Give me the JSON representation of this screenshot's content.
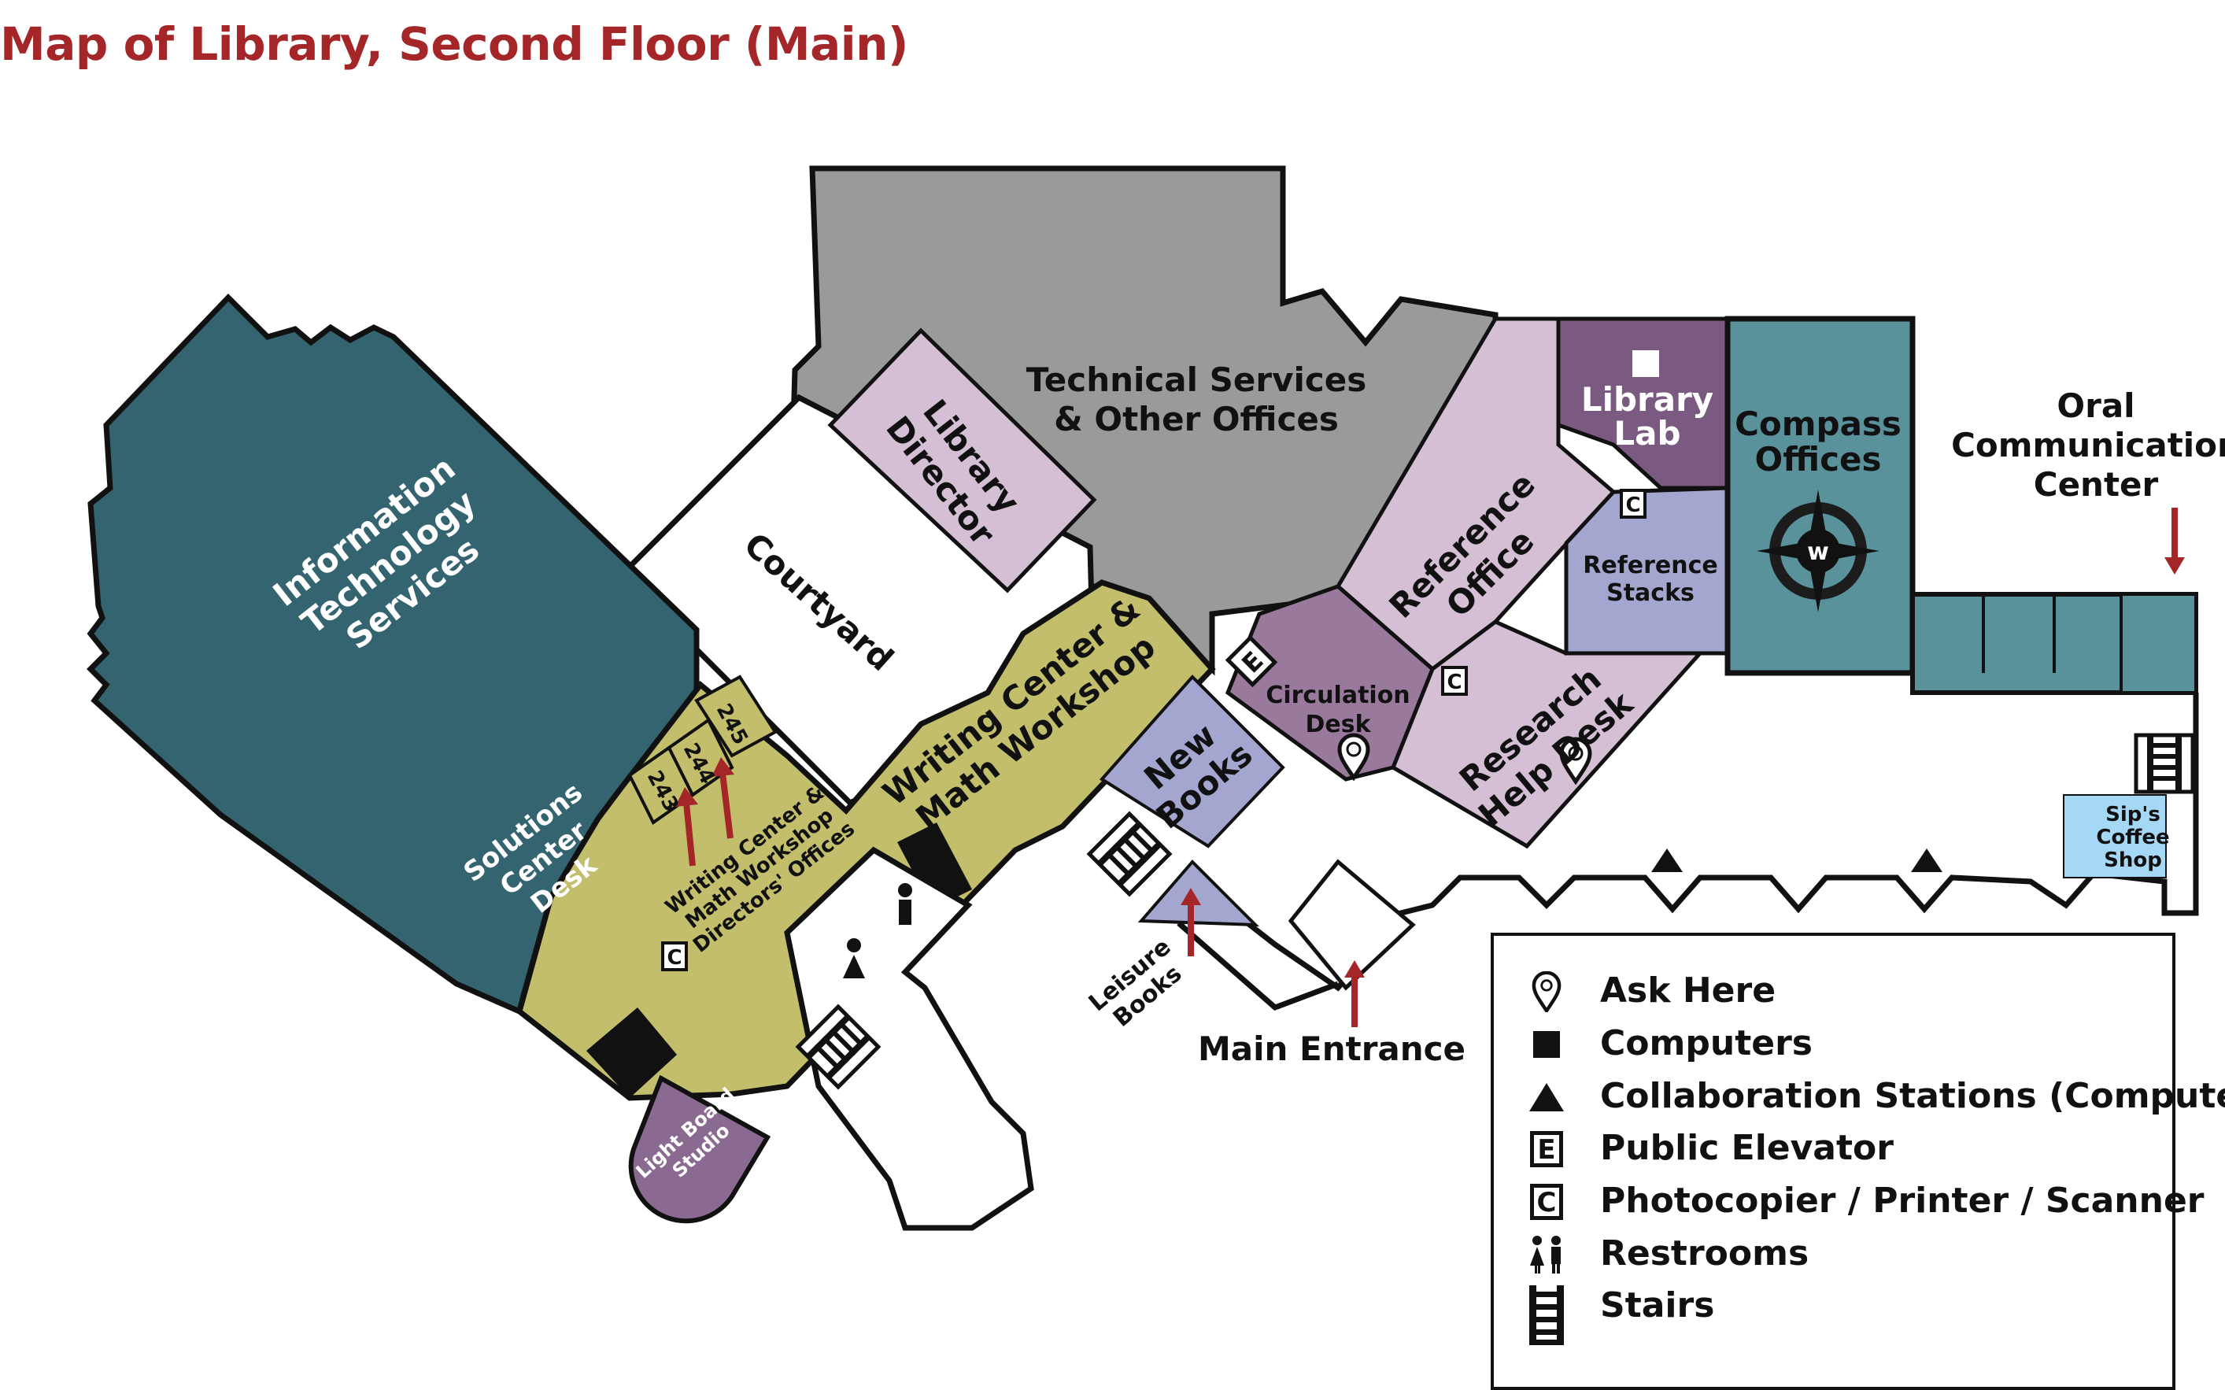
{
  "title": "Map of Library, Second Floor (Main)",
  "colors": {
    "title": "#a42628",
    "it_services": "#336470",
    "technical_services": "#9a9a9a",
    "writing_center": "#c3be6b",
    "library_director": "#d4bfd5",
    "circulation": "#9a7a9c",
    "library_lab": "#7a5a80",
    "compass": "#5a929c",
    "reference_stacks": "#a3a6cf",
    "new_books": "#a3a6cf",
    "coffee": "#a5d8f5",
    "arrow": "#a42628"
  },
  "rooms": {
    "it_services": [
      "Information",
      "Technology",
      "Services"
    ],
    "solutions_desk": [
      "Solutions",
      "Center",
      "Desk"
    ],
    "courtyard": "Courtyard",
    "library_director": [
      "Library",
      "Director"
    ],
    "technical_services": [
      "Technical Services",
      "& Other Offices"
    ],
    "writing_center": [
      "Writing Center &",
      "Math Workshop"
    ],
    "directors_offices": [
      "Writing Center &",
      "Math Workshop",
      "Directors' Offices"
    ],
    "room_243": "243",
    "room_244": "244",
    "room_245": "245",
    "reference_office": [
      "Reference",
      "Office"
    ],
    "library_lab": [
      "Library",
      "Lab"
    ],
    "compass_offices": [
      "Compass",
      "Offices"
    ],
    "reference_stacks": [
      "Reference",
      "Stacks"
    ],
    "circulation_desk": [
      "Circulation",
      "Desk"
    ],
    "research_help_desk": [
      "Research",
      "Help Desk"
    ],
    "new_books": [
      "New",
      "Books"
    ],
    "leisure_books": [
      "Leisure",
      "Books"
    ],
    "main_entrance": "Main Entrance",
    "oral_communication": [
      "Oral",
      "Communication",
      "Center"
    ],
    "coffee_shop": [
      "Sip's",
      "Coffee",
      "Shop"
    ],
    "light_board": [
      "Light Board",
      "Studio"
    ]
  },
  "legend": [
    {
      "icon": "ask-here-icon",
      "label": "Ask Here"
    },
    {
      "icon": "computer-icon",
      "label": "Computers"
    },
    {
      "icon": "collaboration-station-icon",
      "label": "Collaboration Stations (Computers)"
    },
    {
      "icon": "elevator-icon",
      "label": "Public Elevator",
      "glyph": "E"
    },
    {
      "icon": "copier-icon",
      "label": "Photocopier / Printer / Scanner",
      "glyph": "C"
    },
    {
      "icon": "restroom-icon",
      "label": "Restrooms"
    },
    {
      "icon": "stairs-icon",
      "label": "Stairs"
    }
  ]
}
